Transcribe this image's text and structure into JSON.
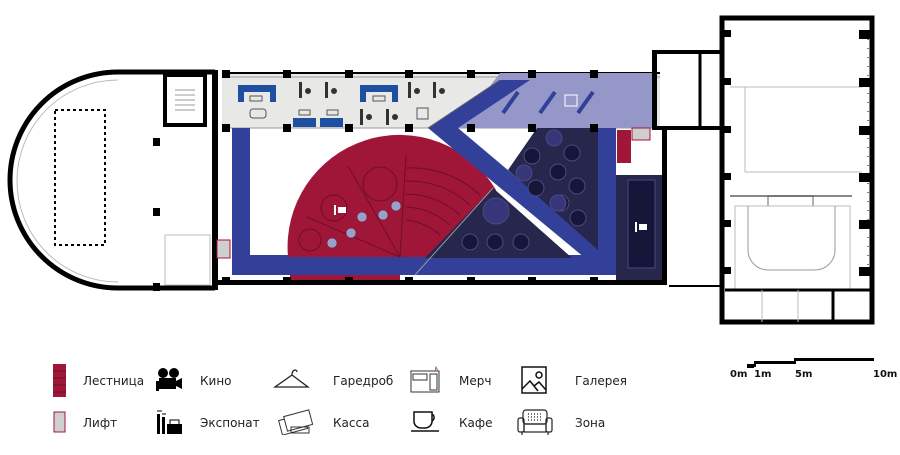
{
  "colors": {
    "wall": "#000000",
    "corridor": "#e8e9e6",
    "blue": "#33409a",
    "gallery": "#9497c8",
    "navy": "#27264c",
    "navy_dark": "#16163a",
    "red": "#a01638",
    "lift": "#cfcfcf",
    "dot": "#9aa0cc"
  },
  "legend": [
    {
      "icon": "stairs-icon",
      "label": "Лестница"
    },
    {
      "icon": "film-camera-icon",
      "label": "Кино"
    },
    {
      "icon": "hanger-icon",
      "label": "Гаредроб"
    },
    {
      "icon": "merch-stand-icon",
      "label": "Мерч"
    },
    {
      "icon": "picture-icon",
      "label": "Галерея"
    },
    {
      "icon": "lift-icon",
      "label": "Лифт"
    },
    {
      "icon": "exhibit-icon",
      "label": "Экспонат"
    },
    {
      "icon": "tickets-icon",
      "label": "Касса"
    },
    {
      "icon": "cup-icon",
      "label": "Кафе"
    },
    {
      "icon": "sofa-icon",
      "label": "Зона"
    }
  ],
  "scale": {
    "labels": [
      "0m",
      "1m",
      "5m",
      "10m"
    ]
  }
}
